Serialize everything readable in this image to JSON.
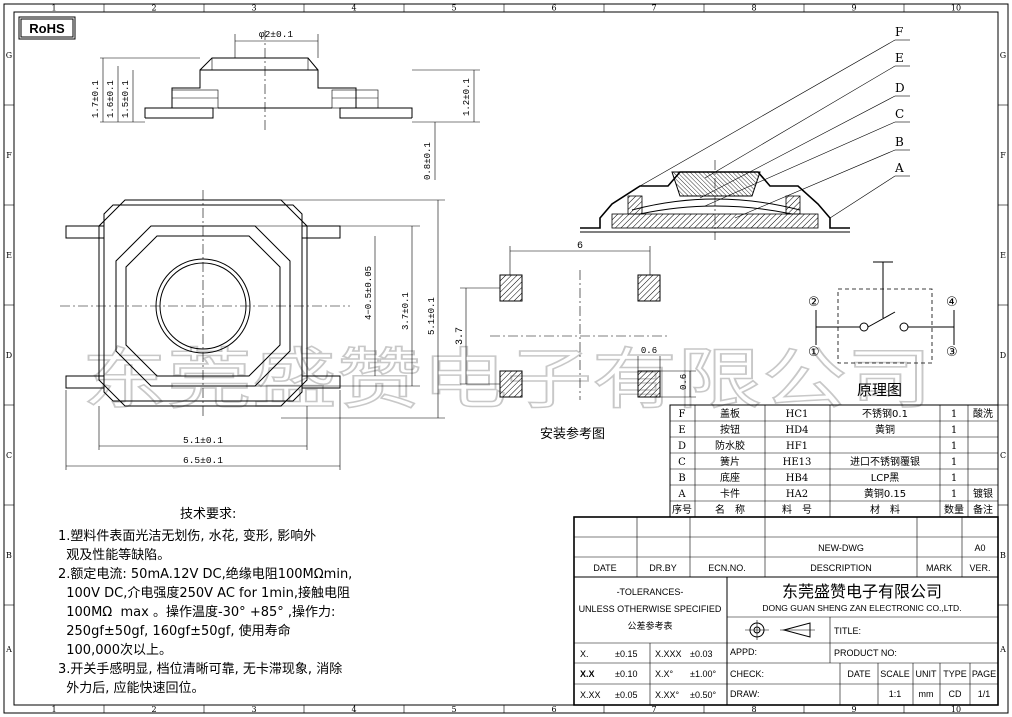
{
  "badge": "RoHS",
  "ruler": {
    "top": [
      "1",
      "2",
      "3",
      "4",
      "5",
      "6",
      "7",
      "8",
      "9",
      "10"
    ],
    "left": [
      "G",
      "F",
      "E",
      "D",
      "C",
      "B",
      "A"
    ]
  },
  "watermark": "东莞盛赞电子有限公司",
  "dims": {
    "d_top": "φ2±0.1",
    "h17": "1.7±0.1",
    "h16": "1.6±0.1",
    "h15": "1.5±0.1",
    "h12": "1.2±0.1",
    "h08": "0.8±0.1",
    "h4": "4−0.5±0.05",
    "h37": "3.7±0.1",
    "h51": "5.1±0.1",
    "w51": "5.1±0.1",
    "w65": "6.5±0.1",
    "pad_w": "6",
    "pad_h": "3.7",
    "pad_06a": "0.6",
    "pad_06b": "0.6"
  },
  "callouts": [
    "F",
    "E",
    "D",
    "C",
    "B",
    "A"
  ],
  "schematic": {
    "pins": [
      "②",
      "①",
      "④",
      "③"
    ],
    "label": "原理图"
  },
  "install_label": "安装参考图",
  "bom": {
    "rows": [
      {
        "no": "F",
        "name": "盖板",
        "part": "HC1",
        "material": "不锈钢0.1",
        "qty": "1",
        "remark": "酸洗"
      },
      {
        "no": "E",
        "name": "按钮",
        "part": "HD4",
        "material": "黄铜",
        "qty": "1",
        "remark": ""
      },
      {
        "no": "D",
        "name": "防水胶",
        "part": "HF1",
        "material": "",
        "qty": "1",
        "remark": ""
      },
      {
        "no": "C",
        "name": "簧片",
        "part": "HE13",
        "material": "进口不锈钢覆银",
        "qty": "1",
        "remark": ""
      },
      {
        "no": "B",
        "name": "底座",
        "part": "HB4",
        "material": "LCP黑",
        "qty": "1",
        "remark": ""
      },
      {
        "no": "A",
        "name": "卡件",
        "part": "HA2",
        "material": "黄铜0.15",
        "qty": "1",
        "remark": "镀银"
      }
    ],
    "header": {
      "no": "序号",
      "name": "名　称",
      "part": "料　号",
      "material": "材　料",
      "qty": "数量",
      "remark": "备注"
    }
  },
  "title_block": {
    "dwg": "NEW-DWG",
    "rev": "A0",
    "date_h": "DATE",
    "drby_h": "DR.BY",
    "ecn_h": "ECN.NO.",
    "desc_h": "DESCRIPTION",
    "mark_h": "MARK",
    "ver_h": "VER.",
    "tol_title": "-TOLERANCES-",
    "tol_note": "UNLESS OTHERWISE SPECIFIED",
    "tol_cn": "公差参考表",
    "appd": "APPD:",
    "company_cn": "东莞盛赞电子有限公司",
    "company_en": "DONG GUAN SHENG ZAN ELECTRONIC CO.,LTD.",
    "title": "TITLE:",
    "product_no": "PRODUCT NO:",
    "check": "CHECK:",
    "draw": "DRAW:",
    "date": "DATE",
    "scale": "SCALE",
    "unit": "UNIT",
    "type": "TYPE",
    "page": "PAGE",
    "scale_v": "1:1",
    "unit_v": "mm",
    "type_v": "CD",
    "page_v": "1/1",
    "tols": [
      [
        "X.",
        "±0.15",
        "X.XXX",
        "±0.03"
      ],
      [
        "X.X",
        "±0.10",
        "X.X°",
        "±1.00°"
      ],
      [
        "X.XX",
        "±0.05",
        "X.XX°",
        "±0.50°"
      ]
    ]
  },
  "notes": {
    "title": "技术要求:",
    "lines": [
      "1.塑料件表面光洁无划伤, 水花, 变形, 影响外",
      "  观及性能等缺陷。",
      "2.额定电流: 50mA.12V DC,绝缘电阻100MΩmin,",
      "  100V DC,介电强度250V AC for 1min,接触电阻",
      "  100MΩ  max 。操作温度-30° +85° ,操作力:",
      "  250gf±50gf, 160gf±50gf, 使用寿命",
      "  100,000次以上。",
      "3.开关手感明显, 档位清晰可靠, 无卡滞现象, 消除",
      "  外力后, 应能快速回位。"
    ]
  }
}
